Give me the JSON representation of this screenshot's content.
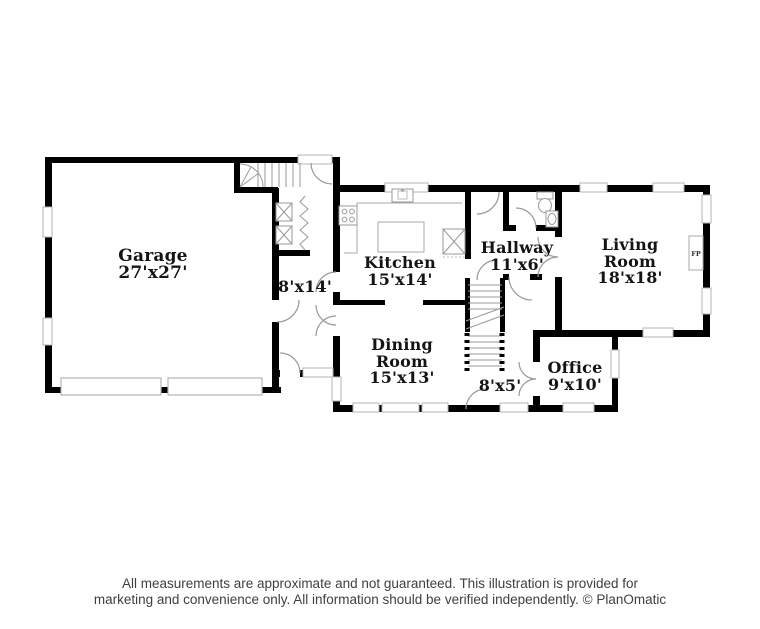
{
  "rooms": {
    "garage": {
      "name": "Garage",
      "dims": "27'x27'"
    },
    "mudroom": {
      "dims": "8'x14'"
    },
    "kitchen": {
      "name": "Kitchen",
      "dims": "15'x14'"
    },
    "dining": {
      "name1": "Dining",
      "name2": "Room",
      "dims": "15'x13'"
    },
    "hallway": {
      "name": "Hallway",
      "dims": "11'x6'"
    },
    "living": {
      "name1": "Living",
      "name2": "Room",
      "dims": "18'x18'"
    },
    "office": {
      "name": "Office",
      "dims": "9'x10'"
    },
    "stairhall": {
      "dims": "8'x5'"
    }
  },
  "fireplace_label": "FP",
  "footer": {
    "line1": "All measurements are approximate and not guaranteed. This illustration is provided for",
    "line2": "marketing and convenience only. All information should be verified independently. © PlanOmatic"
  },
  "colors": {
    "wall": "#000000",
    "fixture_line": "#999999",
    "window_border": "#b4b4b4",
    "label_text": "#141414",
    "footer_text": "#3f3f3f"
  }
}
